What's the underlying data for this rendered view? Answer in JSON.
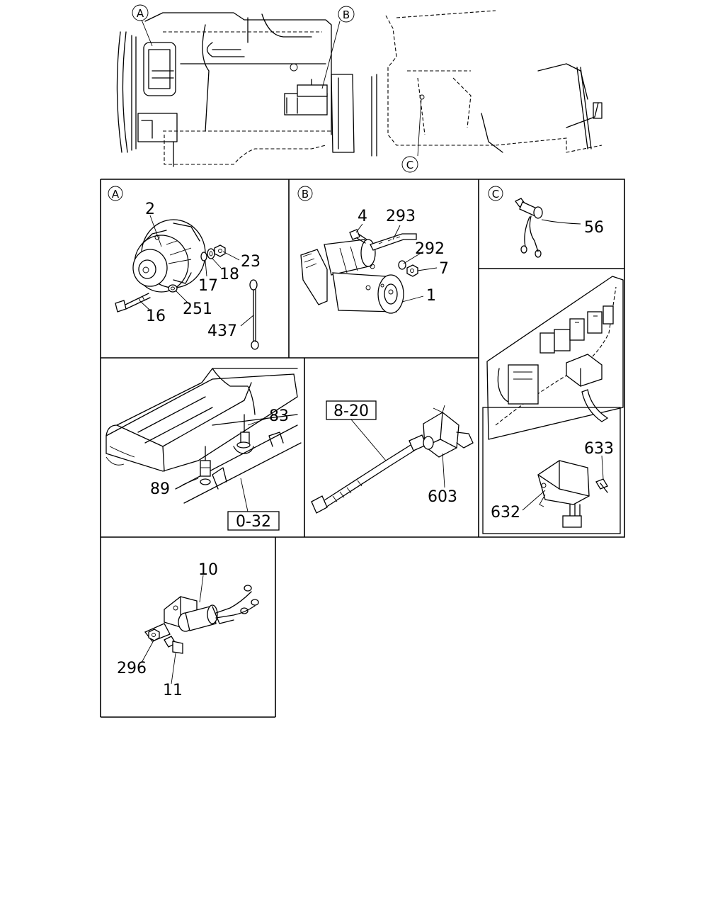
{
  "overview": {
    "callouts": [
      "A",
      "B",
      "C"
    ]
  },
  "panels": {
    "a": {
      "tag": "A",
      "labels": [
        "2",
        "23",
        "18",
        "17",
        "251",
        "16",
        "437"
      ]
    },
    "b": {
      "tag": "B",
      "labels": [
        "4",
        "293",
        "292",
        "7",
        "1"
      ]
    },
    "c": {
      "tag": "C",
      "labels": [
        "56"
      ]
    },
    "relay": {
      "labels": [
        "633",
        "632"
      ]
    },
    "battery": {
      "labels": [
        "83",
        "89"
      ],
      "ref": "0-32"
    },
    "speedo": {
      "labels": [
        "603"
      ],
      "ref": "8-20"
    },
    "solenoid": {
      "labels": [
        "10",
        "296",
        "11"
      ]
    }
  }
}
